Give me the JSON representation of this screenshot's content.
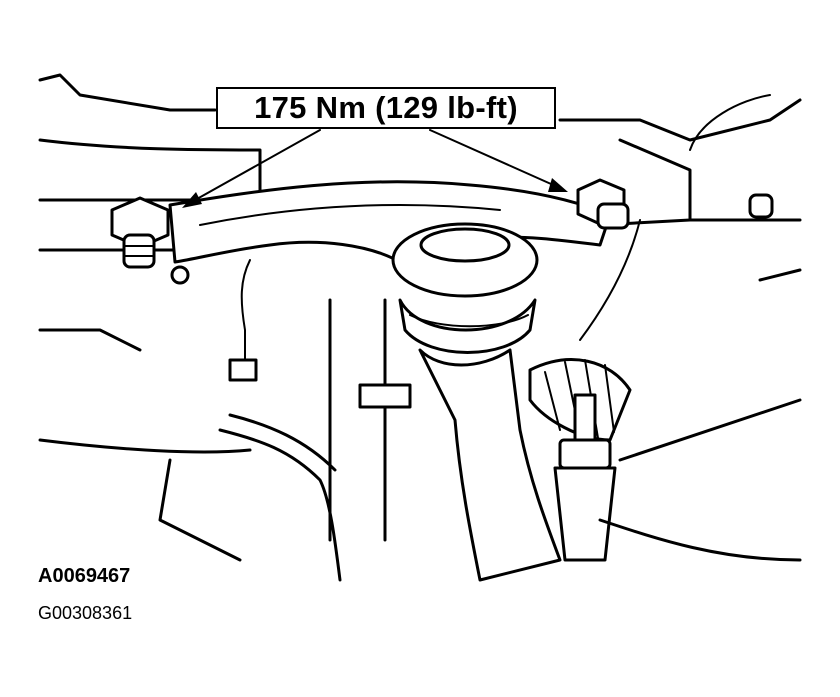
{
  "callout": {
    "torque": "175 Nm (129 lb-ft)"
  },
  "figure": {
    "id": "A0069467",
    "graphic_id": "G00308361"
  },
  "colors": {
    "ink": "#000000",
    "paper": "#ffffff"
  }
}
